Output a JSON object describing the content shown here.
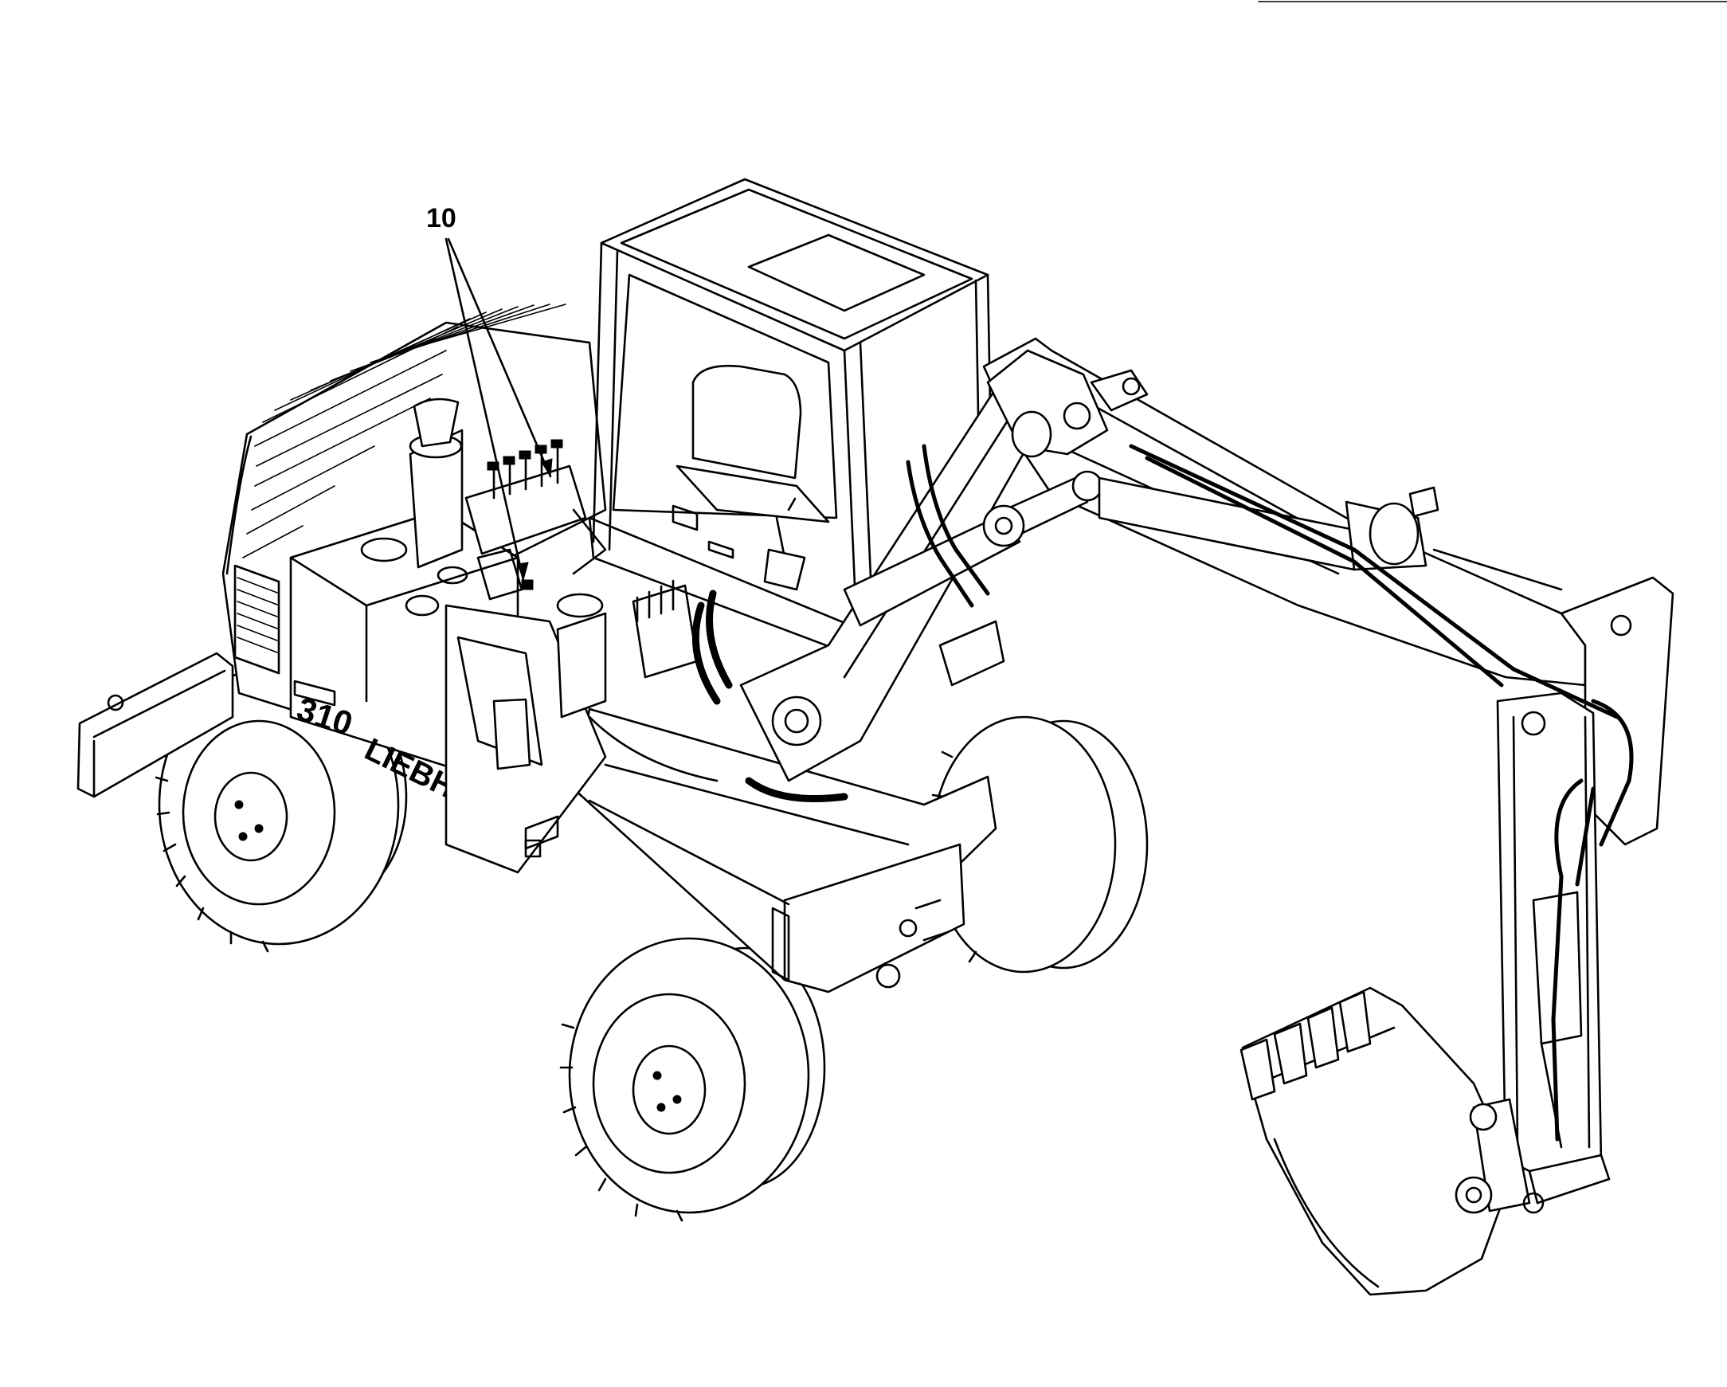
{
  "callout": {
    "label": "10"
  },
  "machine": {
    "model_badge": "310",
    "brand_badge": "LIEBHERR"
  },
  "colors": {
    "line": "#000000",
    "background": "#ffffff"
  }
}
